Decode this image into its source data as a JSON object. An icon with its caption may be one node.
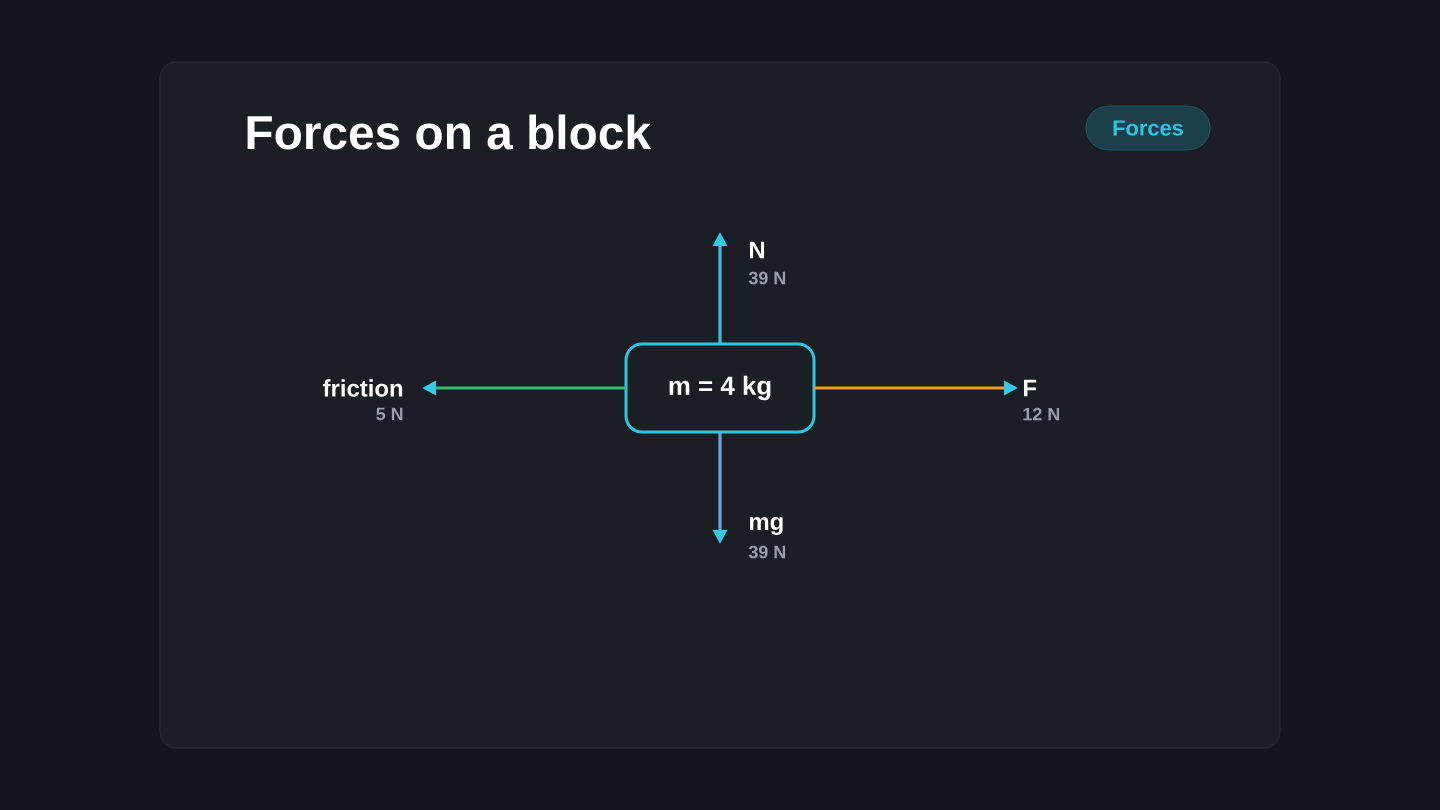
{
  "diagram": {
    "title": "Forces on a block",
    "nodes": [
      {
        "text": [
          "Forces"
        ]
      },
      {
        "text": [
          "m = 4 kg"
        ]
      }
    ],
    "labels": [
      "N",
      "39 N",
      "friction",
      "5 N",
      "F",
      "12 N",
      "mg",
      "39 N"
    ]
  }
}
